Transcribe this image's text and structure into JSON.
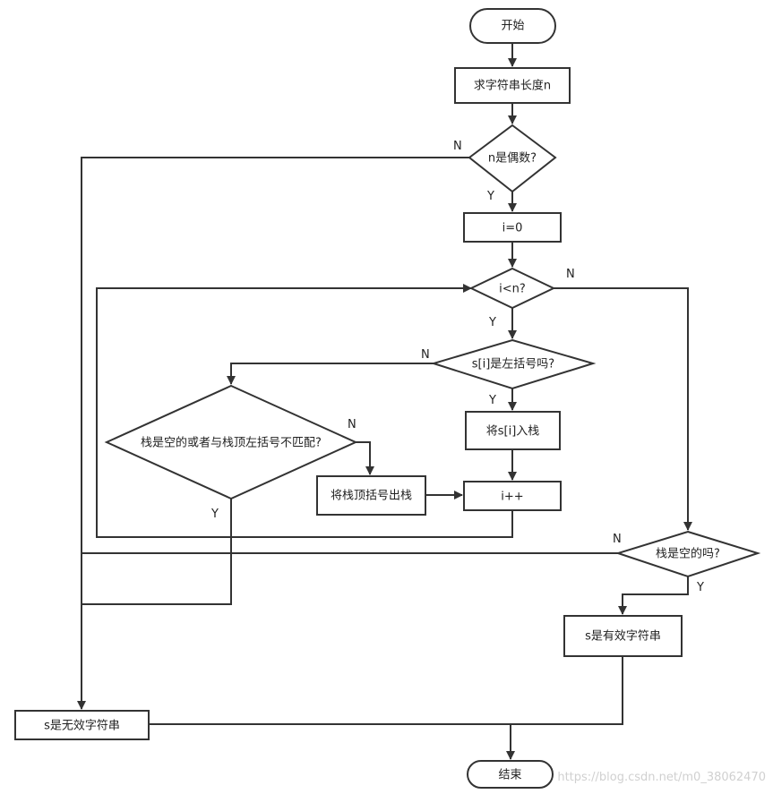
{
  "nodes": {
    "start": "开始",
    "calc_length": "求字符串长度n",
    "is_even": "n是偶数?",
    "init_i": "i=0",
    "loop_check": "i<n?",
    "is_left": "s[i]是左括号吗?",
    "push": "将s[i]入栈",
    "mismatch": "栈是空的或者与栈顶左括号不匹配?",
    "pop": "将栈顶括号出栈",
    "increment": "i++",
    "stack_empty": "栈是空的吗?",
    "valid": "s是有效字符串",
    "invalid": "s是无效字符串",
    "end": "结束"
  },
  "edge_labels": {
    "is_even_no": "N",
    "is_even_yes": "Y",
    "loop_no": "N",
    "loop_yes": "Y",
    "is_left_no": "N",
    "is_left_yes": "Y",
    "mismatch_no": "N",
    "mismatch_yes": "Y",
    "stack_empty_no": "N",
    "stack_empty_yes": "Y"
  },
  "watermark": "https://blog.csdn.net/m0_38062470"
}
